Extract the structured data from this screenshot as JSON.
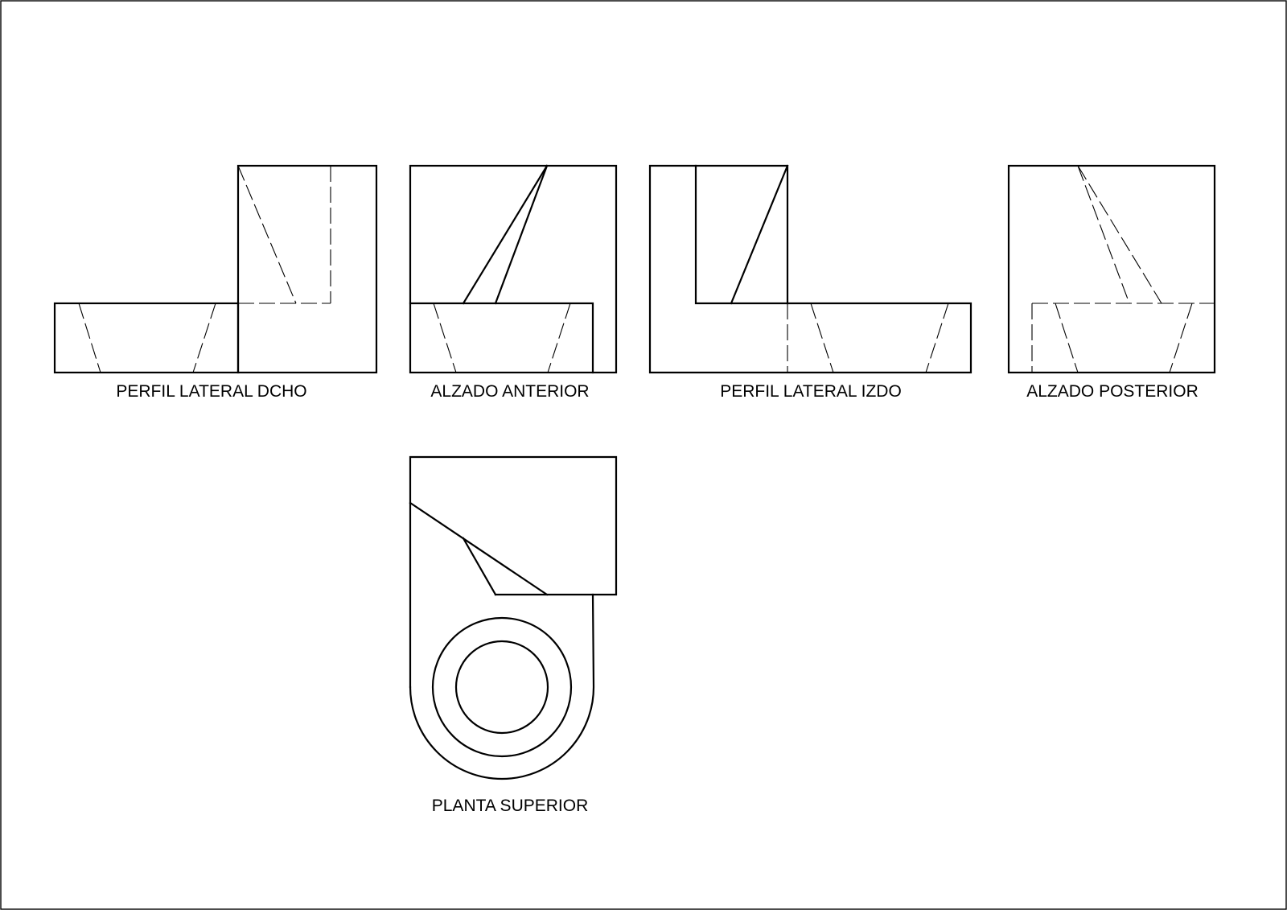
{
  "views": {
    "right_profile": {
      "label": "PERFIL LATERAL DCHO"
    },
    "front_elevation": {
      "label": "ALZADO ANTERIOR"
    },
    "left_profile": {
      "label": "PERFIL LATERAL IZDO"
    },
    "rear_elevation": {
      "label": "ALZADO POSTERIOR"
    },
    "top_plan": {
      "label": "PLANTA SUPERIOR"
    }
  },
  "colors": {
    "line": "#000000",
    "background": "#ffffff"
  }
}
